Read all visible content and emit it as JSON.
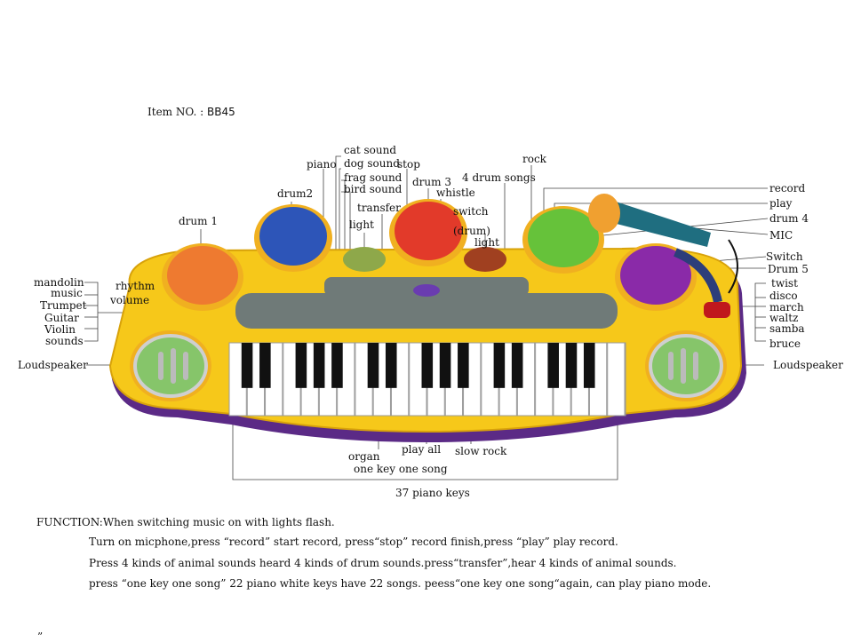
{
  "item": {
    "prefix": "Item NO. :",
    "code": "BB45"
  },
  "labels": {
    "cat_sound": "cat sound",
    "dog_sound": "dog sound",
    "frag_sound": "frag sound",
    "bird_sound": "bird sound",
    "piano": "piano",
    "stop": "stop",
    "drum3": "drum 3",
    "whistle": "whistle",
    "drum_songs": "4 drum songs",
    "rock": "rock",
    "drum2": "drum2",
    "drum1": "drum 1",
    "transfer": "transfer",
    "light_left": "light",
    "switch_drum_1": "switch",
    "switch_drum_2": "(drum)",
    "light_right": "light",
    "record": "record",
    "play": "play",
    "drum4": "drum 4",
    "mic": "MIC",
    "switch": "Switch",
    "drum5": "Drum 5",
    "twist": "twist",
    "disco": "disco",
    "march": "march",
    "waltz": "waltz",
    "samba": "samba",
    "bruce": "bruce",
    "mandolin": "mandolin",
    "music": "music",
    "trumpet": "Trumpet",
    "guitar": "Guitar",
    "violin": "Violin",
    "sounds": "sounds",
    "rhythm": "rhythm",
    "volume": "volume",
    "loudspeaker_left": "Loudspeaker",
    "loudspeaker_right": "Loudspeaker",
    "organ": "organ",
    "play_all": "play all",
    "slow_rock": "slow rock",
    "one_key_one_song": "one key one song",
    "piano_keys": "37  piano keys"
  },
  "function": {
    "line1": "FUNCTION:When switching music on with lights flash.",
    "line2": "Turn on micphone,press  “record” start record, press“stop” record finish,press  “play” play record.",
    "line3": "Press 4 kinds of animal sounds heard 4 kinds of drum sounds.press“transfer”,hear 4 kinds of animal sounds.",
    "line4": "press  “one key one song” 22 piano white keys have 22 songs. peess“one key one song“again, can play piano mode."
  },
  "stray_mark": "”",
  "colors": {
    "body_yellow": "#f6c81a",
    "body_purple": "#5b2a86",
    "drum_orange": "#ee7a30",
    "drum_blue": "#2d55b8",
    "drum_red": "#e23a2a",
    "drum_green": "#66c23a",
    "drum_purple": "#8a2aa8",
    "panel_gray": "#6f7a78",
    "speaker_green": "#86c56a"
  },
  "keyboard": {
    "white_keys": 22
  }
}
